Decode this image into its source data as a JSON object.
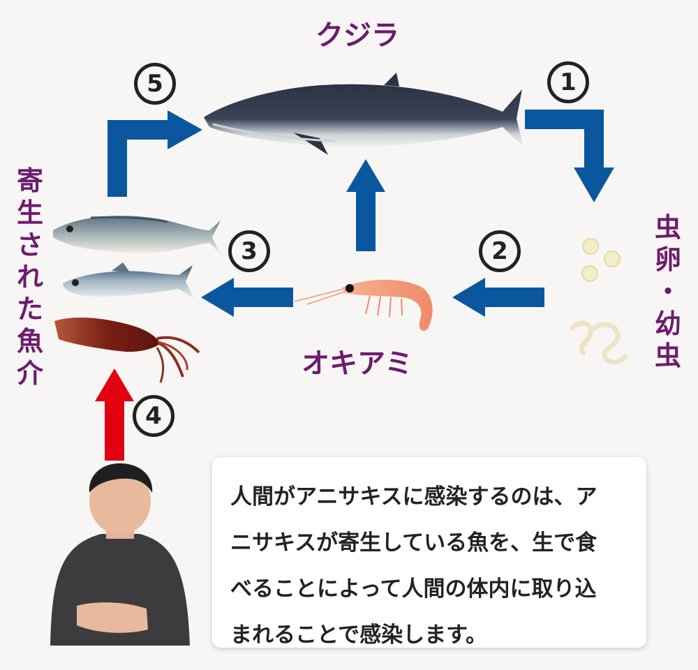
{
  "labels": {
    "whale": "クジラ",
    "krill": "オキアミ",
    "eggs_larvae": [
      "虫",
      "卵",
      "・",
      "幼",
      "虫"
    ],
    "infected_seafood": [
      "寄",
      "生",
      "さ",
      "れ",
      "た",
      "魚",
      "介"
    ]
  },
  "steps": {
    "s1": "1",
    "s2": "2",
    "s3": "3",
    "s4": "4",
    "s5": "5"
  },
  "explanation": {
    "lines": [
      "人間がアニサキスに感染するのは、ア",
      "ニサキスが寄生している魚を、生で食",
      "べることによって人間の体内に取り込",
      "まれることで感染します。"
    ]
  },
  "colors": {
    "label_purple": "#6d1b6e",
    "arrow_blue": "#0a57a0",
    "arrow_red": "#e10010",
    "background": "#f8f6f4"
  },
  "icons": {
    "whale": "whale-illustration",
    "krill": "krill-illustration",
    "eggs": "egg-icons",
    "larvae": "larva-icons",
    "mackerel": "mackerel-illustration",
    "sardine": "sardine-illustration",
    "squid": "squid-illustration",
    "person": "sick-person-illustration"
  }
}
